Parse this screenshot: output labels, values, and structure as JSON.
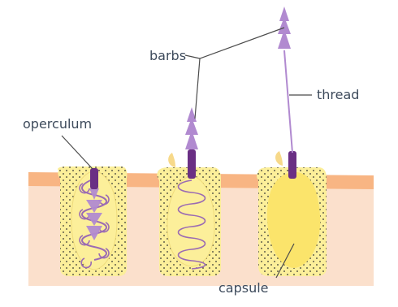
{
  "labels": {
    "barbs": "barbs",
    "thread": "thread",
    "operculum": "operculum",
    "capsule": "capsule"
  },
  "colors": {
    "skin_epidermis": "#f8b583",
    "skin_dermis": "#fbe0cc",
    "cell_fill": "#fcef9a",
    "capsule_fill": "#fbe46b",
    "dots": "#333333",
    "thread": "#9b6bb3",
    "barbs": "#b18ad0",
    "operculum": "#6a2f84",
    "lid": "#f7d98a",
    "leader": "#4b4b4b",
    "text": "#3d4a5b"
  },
  "icons": {
    "cell_1": "coiled-thread-nematocyst-icon",
    "cell_2": "discharging-nematocyst-icon",
    "cell_3": "discharged-nematocyst-icon"
  }
}
